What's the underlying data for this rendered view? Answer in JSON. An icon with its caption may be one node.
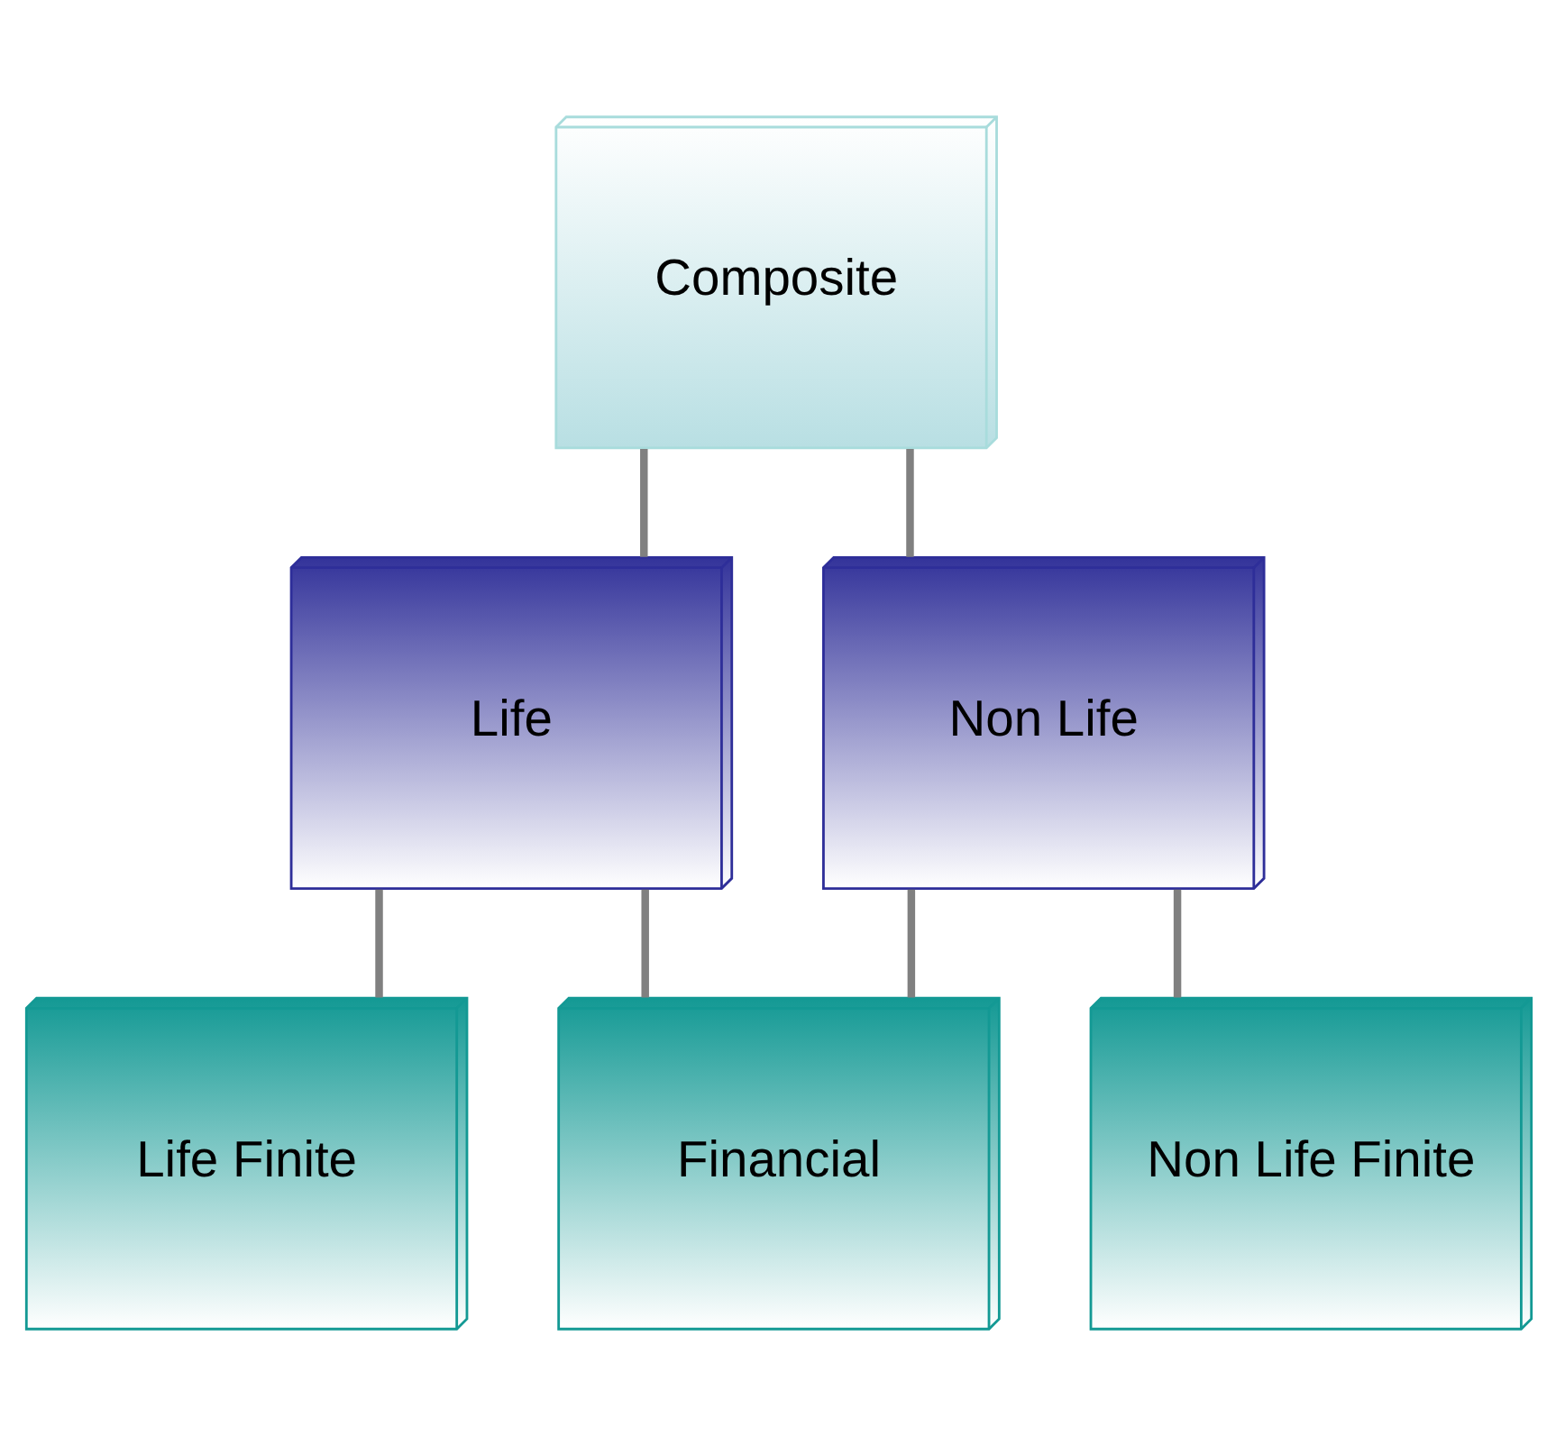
{
  "diagram": {
    "nodes": [
      {
        "text": [
          "Composite"
        ]
      },
      {
        "text": [
          "Life"
        ]
      },
      {
        "text": [
          "Non Life"
        ]
      },
      {
        "text": [
          "Life Finite"
        ]
      },
      {
        "text": [
          "Financial"
        ]
      },
      {
        "text": [
          "Non Life Finite"
        ]
      }
    ],
    "edges": [
      {
        "from": 0,
        "to": 1,
        "arrow": "none"
      },
      {
        "from": 0,
        "to": 2,
        "arrow": "none"
      },
      {
        "from": 1,
        "to": 3,
        "arrow": "none"
      },
      {
        "from": 1,
        "to": 4,
        "arrow": "none"
      },
      {
        "from": 2,
        "to": 4,
        "arrow": "none"
      },
      {
        "from": 2,
        "to": 5,
        "arrow": "none"
      }
    ]
  }
}
